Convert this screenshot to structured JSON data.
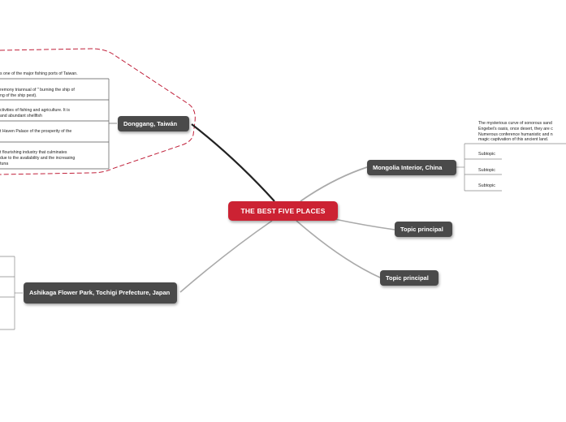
{
  "central": {
    "label": "THE BEST FIVE PLACES",
    "color": "#cc2233"
  },
  "topics": {
    "donggang": {
      "label": "Donggang, Taiwán"
    },
    "mongolia": {
      "label": "Mongolia Interior, China"
    },
    "ashikaga": {
      "label": "Ashikaga Flower Park, Tochigi Prefecture, Japan"
    },
    "topic1": {
      "label": "Topic principal"
    },
    "topic2": {
      "label": "Topic principal"
    }
  },
  "donggang_notes": [
    "s one of the major fishing ports of Taiwan.",
    "remony triannual of \" burning the ship of|ng of the ship pest).",
    "ctivities of fishing and agriculture. It is|and abundant shellfish",
    "t Haven Palace of the prosperity of the",
    "t flourishing industry that culminates|due to the availability and the increasing|tuna"
  ],
  "mongolia_note": [
    "The mysterious curve of sonorous sand",
    "Engebei's oasis, once desert, they are c",
    "Numerous conference humanistic and n",
    "magic captivation of this ancient land."
  ],
  "mongolia_subtopics": [
    "Subtopic",
    "Subtopic",
    "Subtopic"
  ],
  "colors": {
    "node": "#4a4a4a",
    "boundary": "#c0203a",
    "connector": "#aaaaaa"
  }
}
